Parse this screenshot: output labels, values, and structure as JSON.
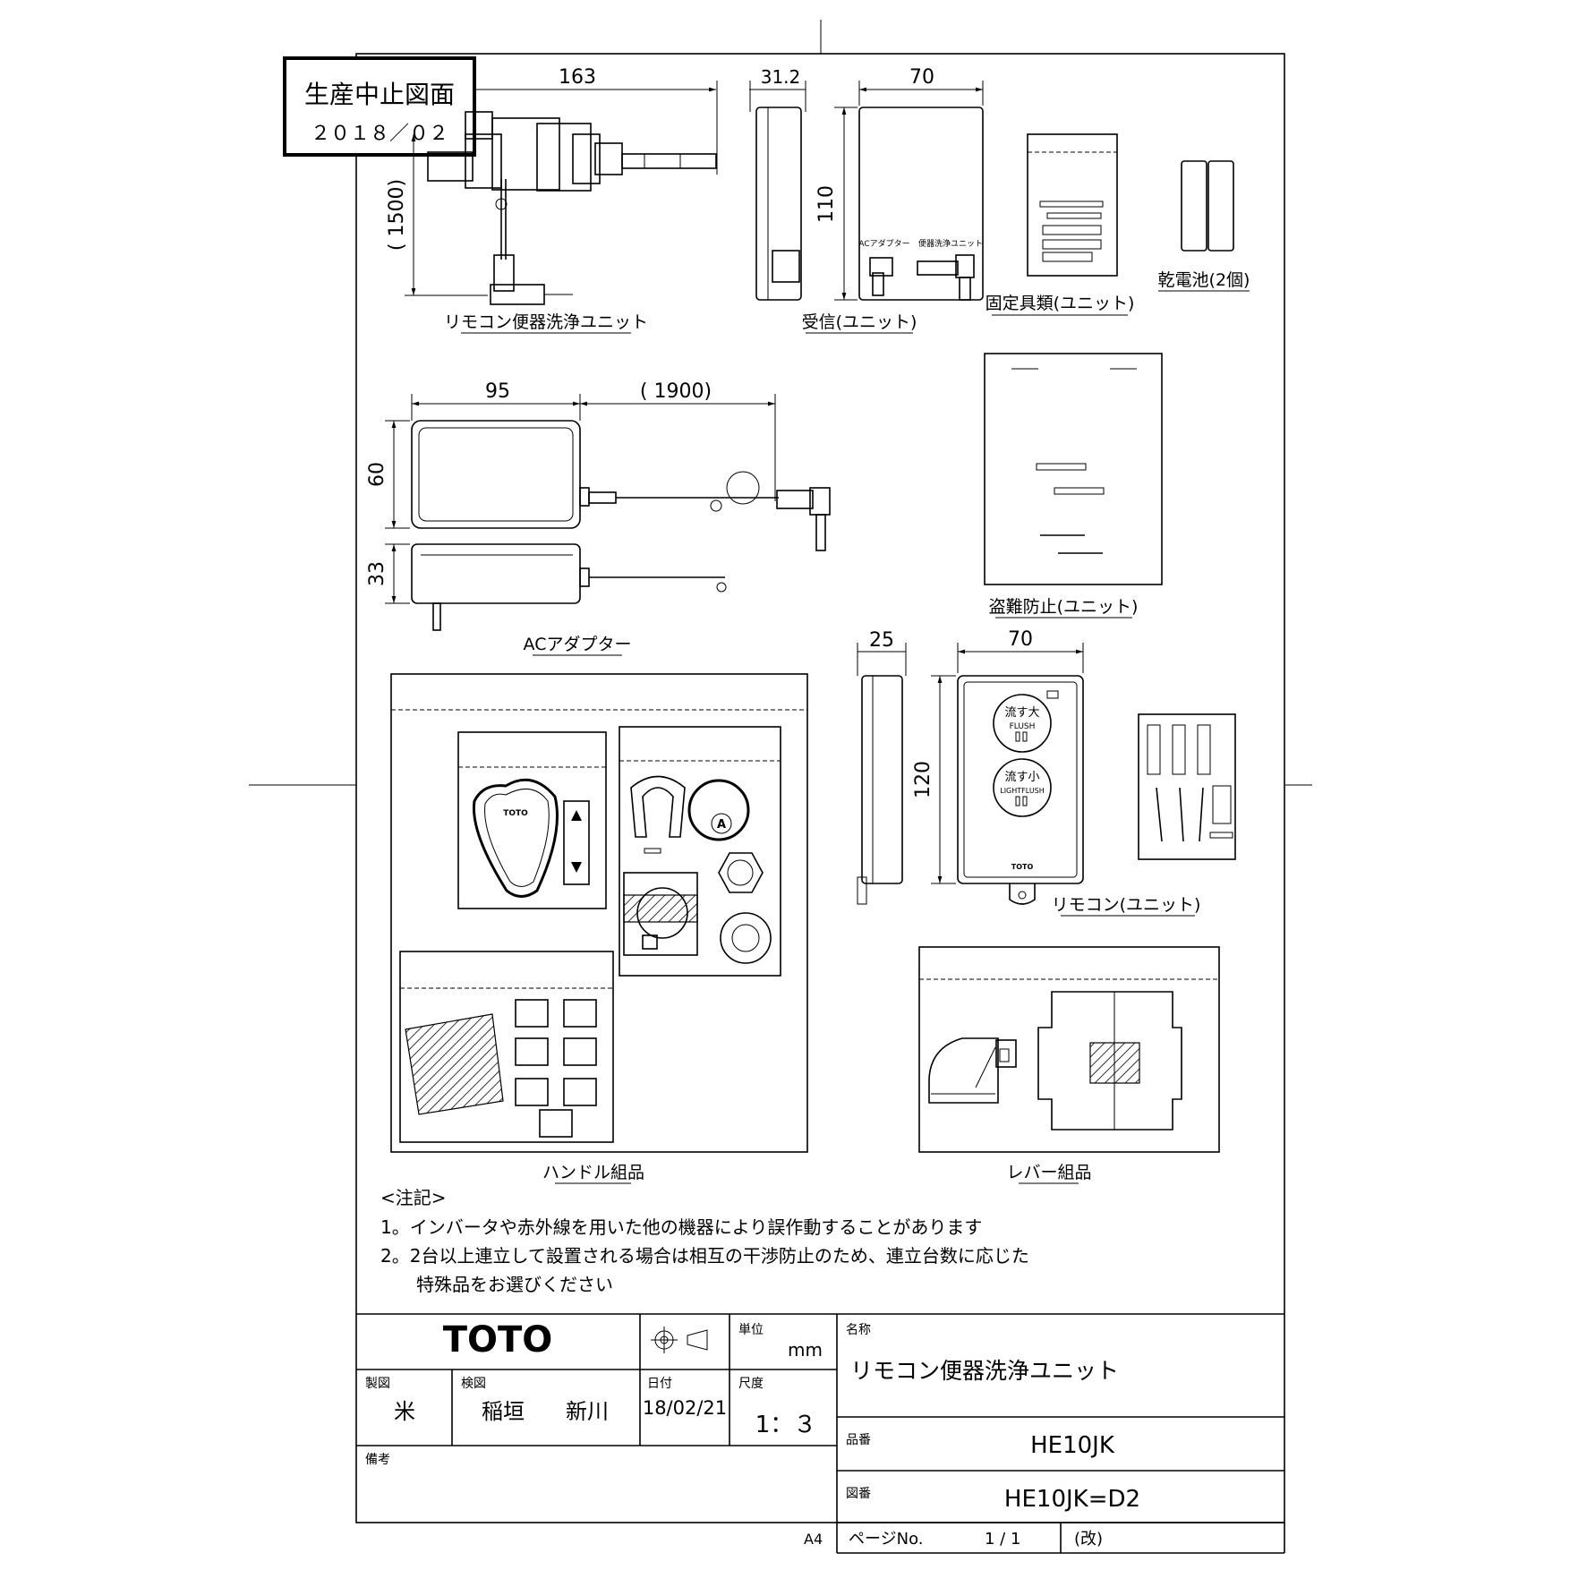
{
  "stamp": {
    "line1": "生産中止図面",
    "line2": "２０１８／０２"
  },
  "parts": {
    "main_unit": {
      "label": "リモコン便器洗浄ユニット",
      "dim_width": "163",
      "dim_cord": "( 1500)"
    },
    "receiver": {
      "label": "受信(ユニット)",
      "dim_depth": "31.2",
      "dim_width": "70",
      "dim_height": "110",
      "port_ac": "ACアダプター",
      "port_flush": "便器洗浄ユニット"
    },
    "fixings": {
      "label": "固定具類(ユニット)"
    },
    "battery": {
      "label": "乾電池(2個)"
    },
    "ac_adapter": {
      "label": "ACアダプター",
      "dim_width": "95",
      "dim_cord": "( 1900)",
      "dim_height": "60",
      "dim_depth": "33"
    },
    "antitheft": {
      "label": "盗難防止(ユニット)"
    },
    "remote": {
      "label": "リモコン(ユニット)",
      "dim_depth": "25",
      "dim_width": "70",
      "dim_height": "120",
      "btn_big_1": "流す大",
      "btn_big_2": "FLUSH",
      "btn_small_1": "流す小",
      "btn_small_2": "LIGHTFLUSH",
      "brand": "TOTO"
    },
    "handle": {
      "label": "ハンドル組品",
      "brand": "TOTO",
      "mark": "A"
    },
    "lever": {
      "label": "レバー組品"
    }
  },
  "notes": {
    "title": "<注記>",
    "items": [
      "1。インバータや赤外線を用いた他の機器により誤作動することがあります",
      "2。2台以上連立して設置される場合は相互の干渉防止のため、連立台数に応じた",
      "特殊品をお選びください"
    ]
  },
  "title_block": {
    "company": "TOTO",
    "unit_label": "単位",
    "unit_value": "mm",
    "name_label": "名称",
    "name_value": "リモコン便器洗浄ユニット",
    "drawn_label": "製図",
    "drawn_value": "米",
    "checked_label": "検図",
    "checked_value1": "稲垣",
    "checked_value2": "新川",
    "date_label": "日付",
    "date_value": "18/02/21",
    "scale_label": "尺度",
    "scale_value": "1：３",
    "part_no_label": "品番",
    "part_no_value": "HE10JK",
    "drawing_no_label": "図番",
    "drawing_no_value": "HE10JK=D2",
    "remarks_label": "備考",
    "paper_size": "A4",
    "page_label": "ページNo.",
    "page_value": "1 / 1",
    "revision": "(改)"
  }
}
